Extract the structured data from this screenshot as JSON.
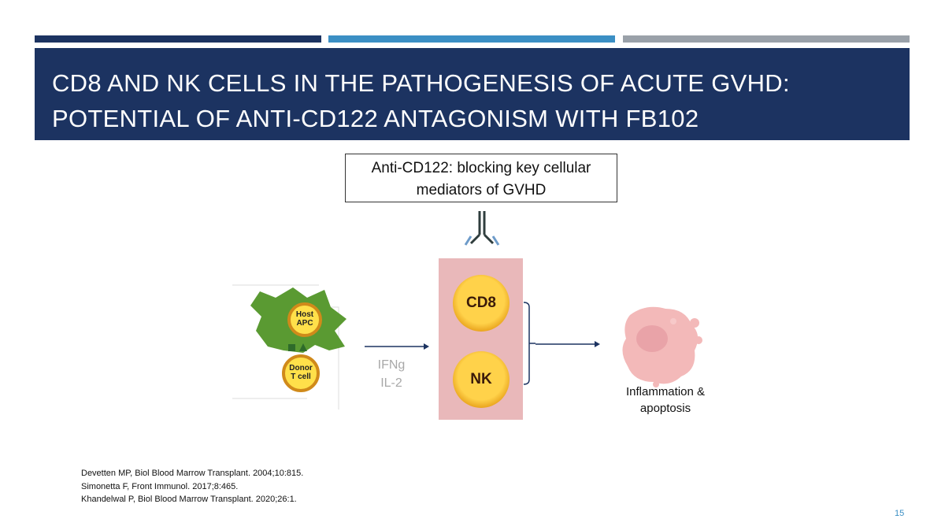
{
  "title_lines": [
    "CD8 AND NK CELLS IN THE PATHOGENESIS OF ACUTE GVHD:",
    "POTENTIAL OF ANTI-CD122 ANTAGONISM WITH FB102"
  ],
  "box_lines": [
    "Anti-CD122: blocking key cellular",
    "mediators of GVHD"
  ],
  "apc": {
    "host": [
      "Host",
      "APC"
    ],
    "donor": [
      "Donor",
      "T cell"
    ]
  },
  "cytokines": [
    "IFNg",
    "IL-2"
  ],
  "cells": [
    "CD8",
    "NK"
  ],
  "outcome": [
    "Inflammation &",
    "apoptosis"
  ],
  "references": [
    "Devetten MP, Biol Blood Marrow Transplant. 2004;10:815.",
    "Simonetta F, Front Immunol. 2017;8:465.",
    "Khandelwal P, Biol Blood Marrow Transplant. 2020;26:1."
  ],
  "page_number": "15",
  "colors": {
    "navy": "#1c3361",
    "blue": "#3b8fc4",
    "gray": "#9aa1a9",
    "pink": "#e9b8ba"
  }
}
